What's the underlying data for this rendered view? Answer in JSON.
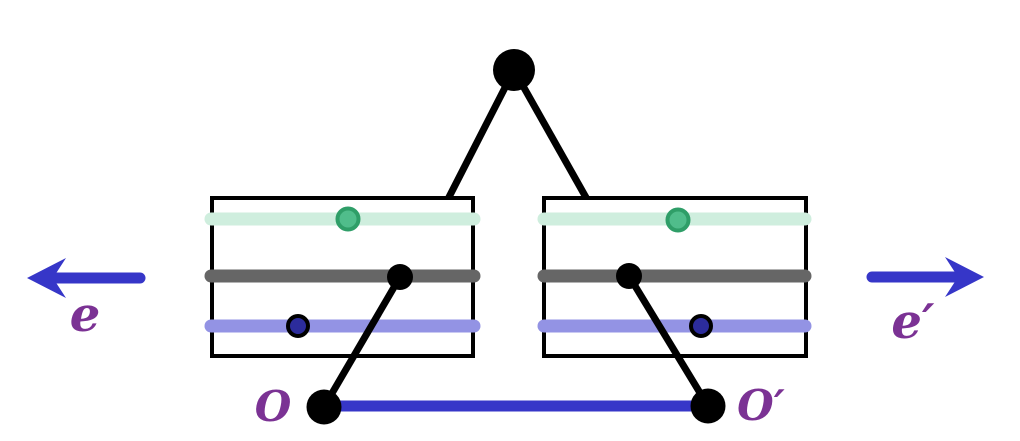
{
  "diagram": {
    "labels": {
      "left_direction": "e",
      "right_direction": "e′",
      "left_origin": "O",
      "right_origin": "O′"
    },
    "colors": {
      "black": "#000000",
      "white": "#ffffff",
      "blue": "#3636c8",
      "purple": "#7b3294",
      "mint": "#cfeede",
      "teal": "#50bd8b",
      "teal_dark": "#2f9e68",
      "gray": "#666666",
      "lavender": "#9393e4",
      "navy": "#2c2c9c"
    },
    "icons": {
      "left_arrow": "arrow-left-icon",
      "right_arrow": "arrow-right-icon"
    }
  }
}
